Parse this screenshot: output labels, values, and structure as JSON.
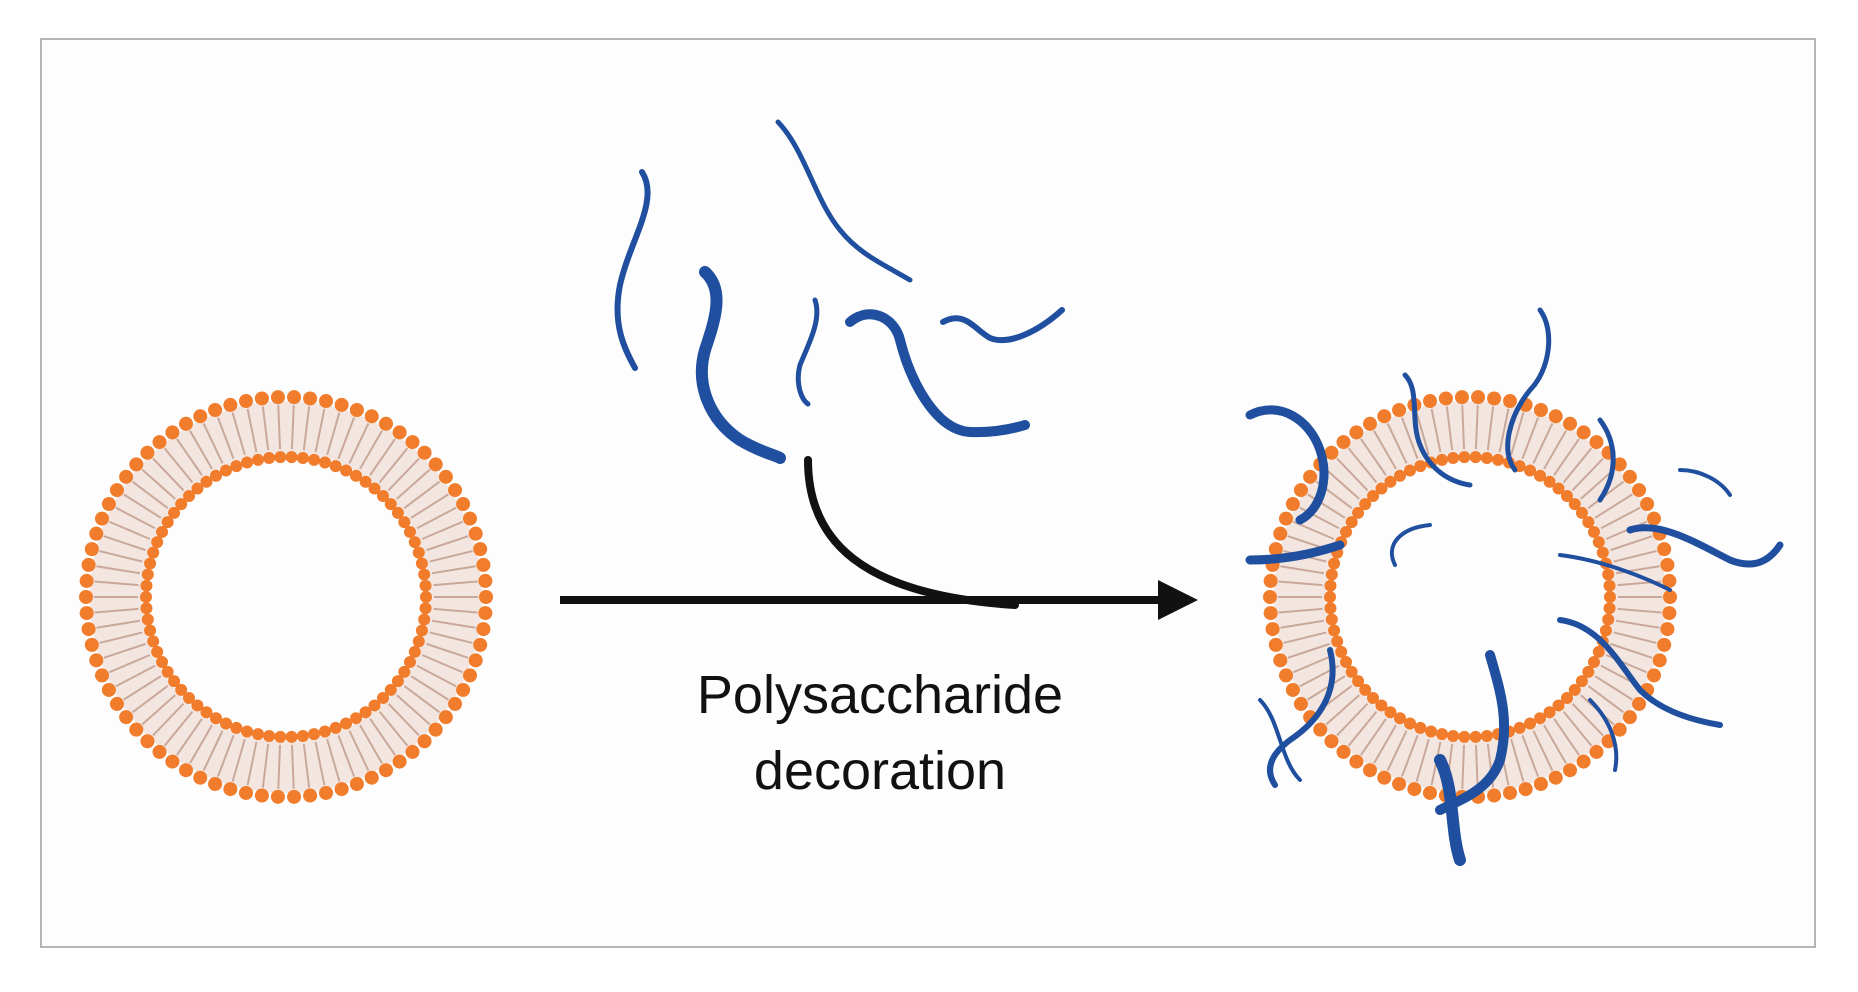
{
  "diagram": {
    "caption_line1": "Polysaccharide",
    "caption_line2": "decoration",
    "stages": [
      {
        "name": "liposome",
        "description_hidden": false
      },
      {
        "name": "decorated-liposome",
        "description_hidden": false
      }
    ]
  },
  "colors": {
    "lipid_head": "#f07c2c",
    "lipid_tail": "#c9a89a",
    "polysaccharide": "#1f4f9e",
    "arrow": "#111111",
    "frame_border": "#b5b5b5"
  }
}
